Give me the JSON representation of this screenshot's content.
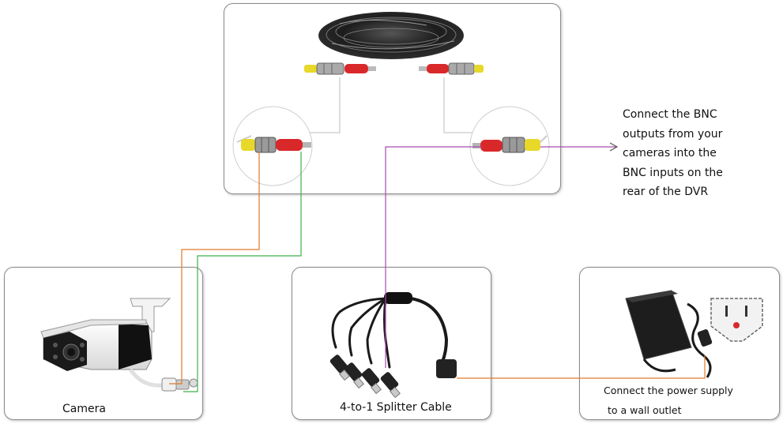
{
  "labels": {
    "camera": "Camera",
    "splitter": "4-to-1 Splitter Cable",
    "power_line1": "Connect the power supply",
    "power_line2": "to a wall outlet"
  },
  "note_lines": [
    "Connect the BNC",
    "outputs from your",
    "cameras into the",
    "BNC inputs on the",
    "rear of the DVR"
  ],
  "colors": {
    "video_line": "#e07a2a",
    "power_line": "#3cb04a",
    "dvr_line": "#a64bb0",
    "connector_red": "#d9282a",
    "connector_yellow": "#e8d82a",
    "panel_border": "#8c8c8c"
  }
}
